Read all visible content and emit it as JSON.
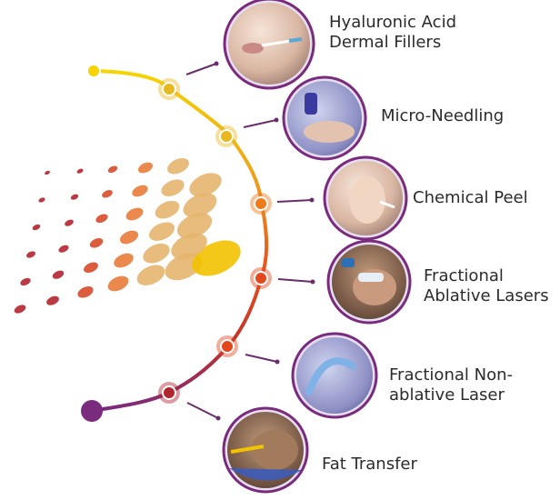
{
  "colors": {
    "yellow": "#f5d400",
    "gold": "#e8b820",
    "orange": "#ef7a1a",
    "red_orange": "#e2471e",
    "crimson": "#b2242e",
    "purple": "#7a2b7e",
    "ring_border": "#7a2b7e",
    "connector": "#6a2d6a"
  },
  "treatments": [
    {
      "lines": [
        "Hyaluronic Acid",
        "Dermal Fillers"
      ],
      "icon": "syringe-lip-icon"
    },
    {
      "lines": [
        "Micro-Needling"
      ],
      "icon": "micro-needle-icon"
    },
    {
      "lines": [
        "Chemical Peel"
      ],
      "icon": "face-peel-icon"
    },
    {
      "lines": [
        "Fractional",
        "Ablative Lasers"
      ],
      "icon": "laser-goggles-icon"
    },
    {
      "lines": [
        "Fractional Non-",
        "ablative Laser"
      ],
      "icon": "laser-probe-icon"
    },
    {
      "lines": [
        "Fat Transfer"
      ],
      "icon": "cannula-icon"
    }
  ]
}
